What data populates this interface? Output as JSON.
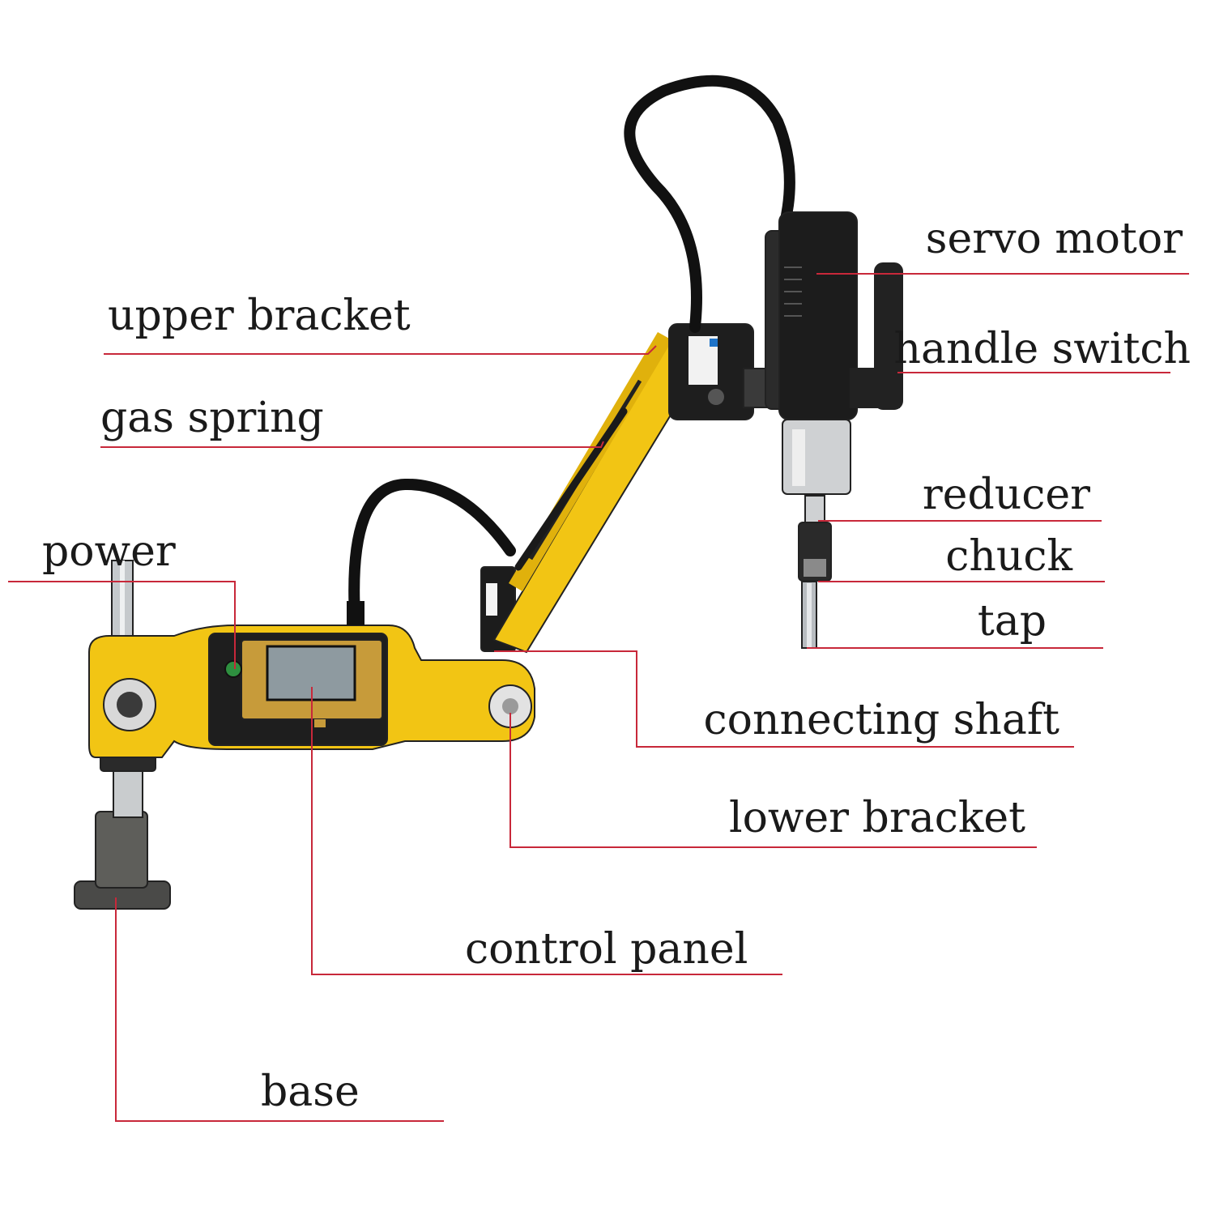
{
  "labels": {
    "servo_motor": "servo motor",
    "upper_bracket": "upper bracket",
    "handle_switch": "handle switch",
    "gas_spring": "gas spring",
    "reducer": "reducer",
    "power": "power",
    "chuck": "chuck",
    "tap": "tap",
    "connecting_shaft": "connecting shaft",
    "lower_bracket": "lower bracket",
    "control_panel": "control panel",
    "base": "base"
  },
  "colors": {
    "leader": "#c8283a",
    "machine_yellow": "#f2c514",
    "motor_black": "#1c1c1c",
    "metal": "#b8bcc0",
    "text": "#1a1a1a"
  }
}
